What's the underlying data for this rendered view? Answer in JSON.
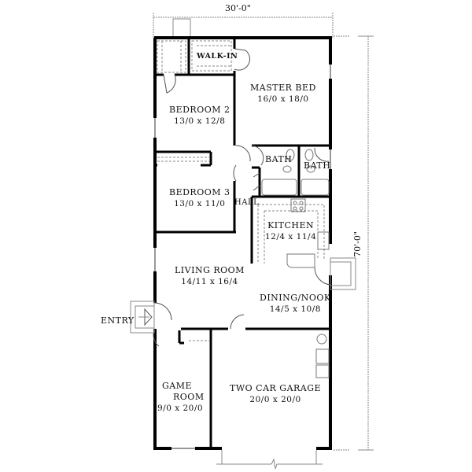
{
  "plan": {
    "overall_width": "30'-0\"",
    "overall_depth": "70'-0\"",
    "colors": {
      "wall": "#000000",
      "fixture": "#777777",
      "background": "#ffffff"
    }
  },
  "rooms": {
    "walk_in": {
      "name": "WALK-IN"
    },
    "master_bed": {
      "name": "MASTER BED",
      "dim": "16/0 x 18/0"
    },
    "bedroom_2": {
      "name": "BEDROOM 2",
      "dim": "13/0 x 12/8"
    },
    "bedroom_3": {
      "name": "BEDROOM 3",
      "dim": "13/0 x 11/0"
    },
    "bath_1": {
      "name": "BATH"
    },
    "bath_2": {
      "name": "BATH"
    },
    "hall": {
      "name": "HALL"
    },
    "kitchen": {
      "name": "KITCHEN",
      "dim": "12/4 x 11/4"
    },
    "living_room": {
      "name": "LIVING ROOM",
      "dim": "14/11 x 16/4"
    },
    "dining_nook": {
      "name": "DINING/NOOK",
      "dim": "14/5 x 10/8"
    },
    "entry": {
      "name": "ENTRY"
    },
    "game_room": {
      "name_line1": "GAME",
      "name_line2": "ROOM",
      "dim": "9/0 x 20/0"
    },
    "garage": {
      "name": "TWO CAR GARAGE",
      "dim": "20/0 x 20/0"
    }
  }
}
